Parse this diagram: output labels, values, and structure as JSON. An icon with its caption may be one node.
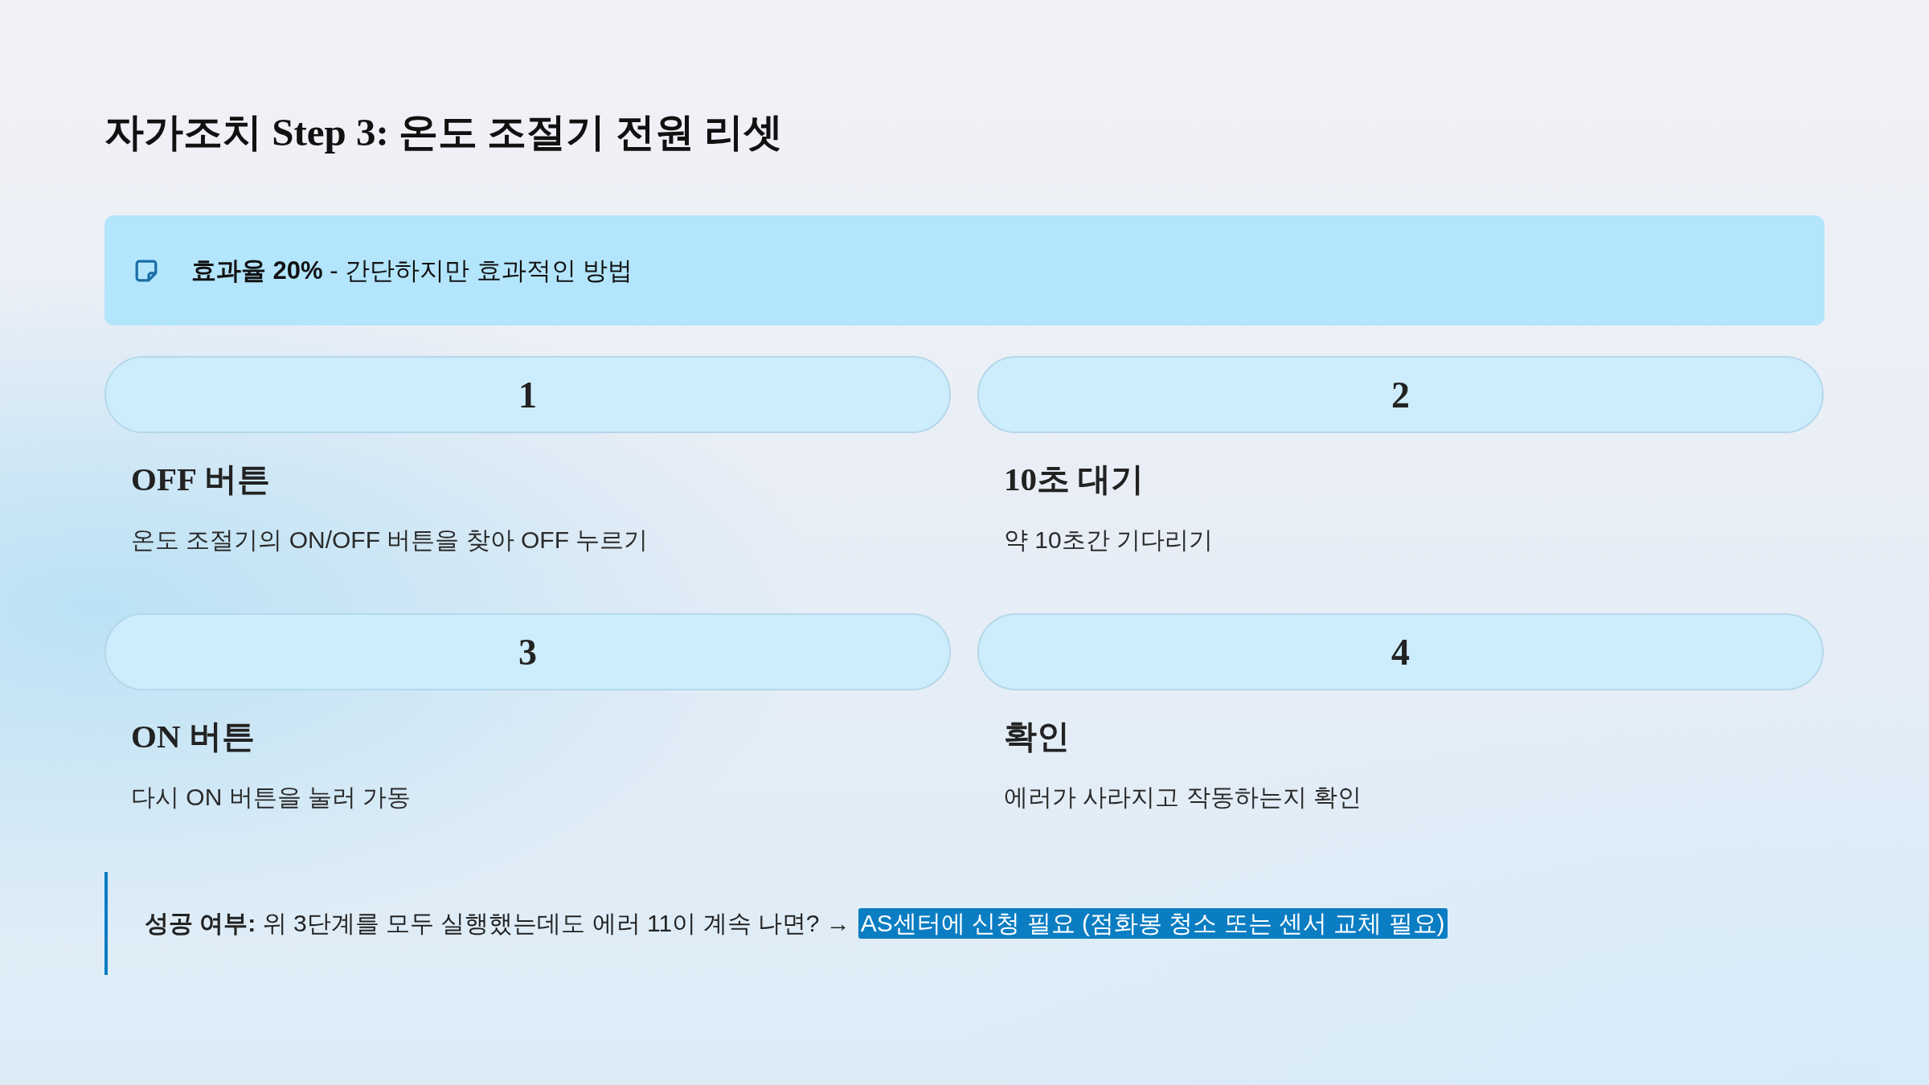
{
  "diagram": {
    "title": "자가조치 Step 3: 온도 조절기 전원 리셋",
    "nodes": [
      {
        "text": [
          "**효과율 20%** - 간단하지만 효과적인 방법"
        ]
      },
      {
        "text": [
          "1"
        ],
        "beside": [
          "OFF 버튼",
          "온도 조절기의 ON/OFF 버튼을 찾아 OFF 누르기"
        ]
      },
      {
        "text": [
          "2"
        ],
        "beside": [
          "10초 대기",
          "약 10초간 기다리기"
        ]
      },
      {
        "text": [
          "3"
        ],
        "beside": [
          "ON 버튼",
          "다시 ON 버튼을 눌러 가동"
        ]
      },
      {
        "text": [
          "4"
        ],
        "beside": [
          "확인",
          "에러가 사라지고 작동하는지 확인"
        ]
      },
      {
        "text": [
          "**성공 여부:** 위 3단계를 모두 실행했는데도 에러 11이 계속 나면? →",
          "AS센터에 신청 필요 (점화봉 청소 또는 센서 교체 필요)"
        ]
      }
    ]
  }
}
